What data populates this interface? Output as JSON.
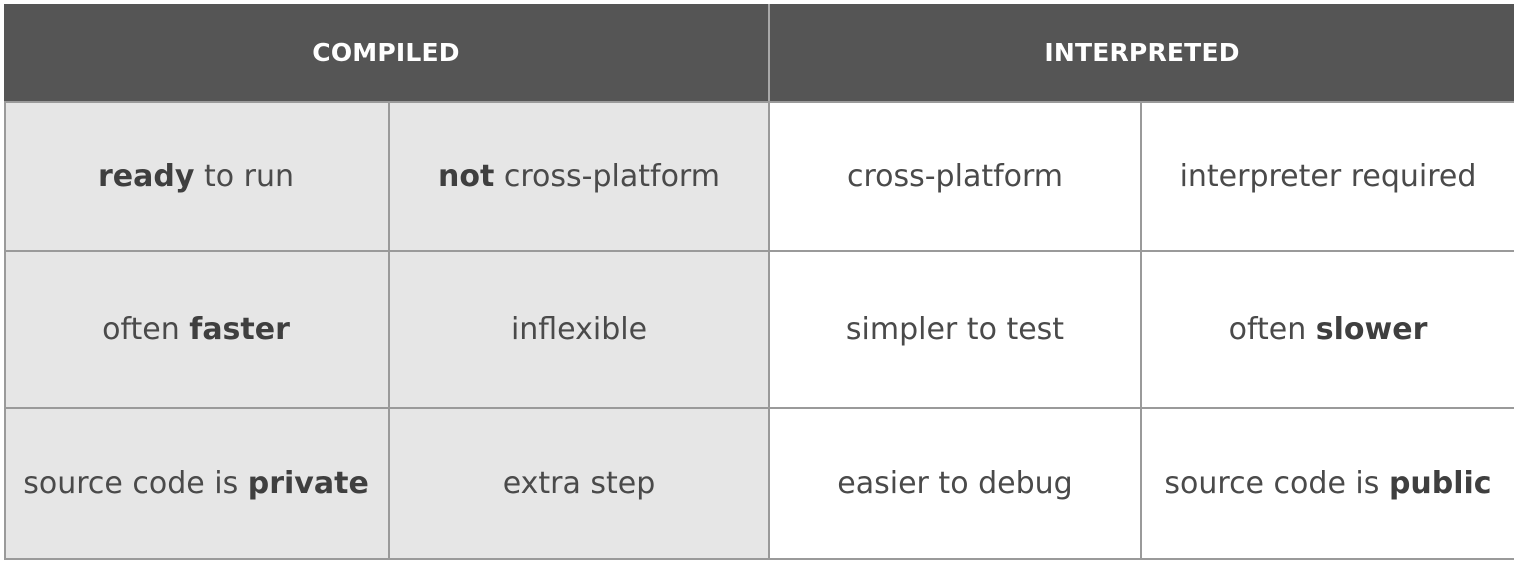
{
  "headers": {
    "compiled": "COMPILED",
    "interpreted": "INTERPRETED"
  },
  "rows": [
    [
      {
        "pre": "",
        "bold": "ready",
        "post": " to run"
      },
      {
        "pre": "",
        "bold": "not",
        "post": " cross-platform"
      },
      {
        "pre": "cross-platform",
        "bold": "",
        "post": ""
      },
      {
        "pre": "interpreter required",
        "bold": "",
        "post": ""
      }
    ],
    [
      {
        "pre": "often ",
        "bold": "faster",
        "post": ""
      },
      {
        "pre": "inflexible",
        "bold": "",
        "post": ""
      },
      {
        "pre": "simpler to test",
        "bold": "",
        "post": ""
      },
      {
        "pre": "often ",
        "bold": "slower",
        "post": ""
      }
    ],
    [
      {
        "pre": "source code is ",
        "bold": "private",
        "post": ""
      },
      {
        "pre": "extra step",
        "bold": "",
        "post": ""
      },
      {
        "pre": "easier to debug",
        "bold": "",
        "post": ""
      },
      {
        "pre": "source code is ",
        "bold": "public",
        "post": ""
      }
    ]
  ],
  "colors": {
    "header_bg": "#555555",
    "header_text": "#ffffff",
    "compiled_bg": "#e6e6e6",
    "interpreted_bg": "#ffffff",
    "border": "#9a9a9a"
  }
}
